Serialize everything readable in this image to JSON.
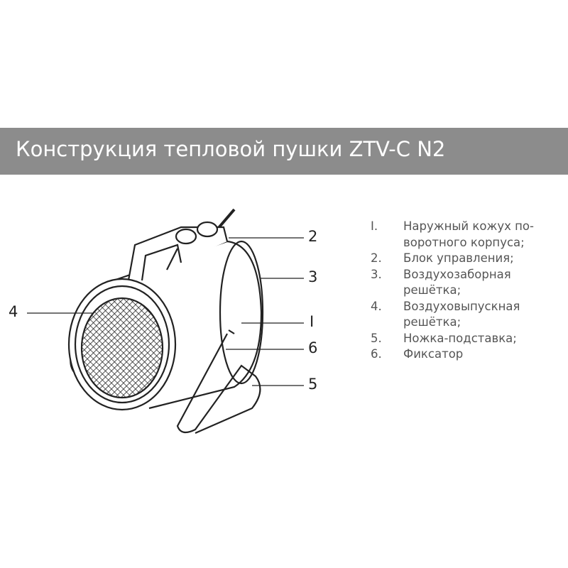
{
  "title": "Конструкция тепловой пушки ZTV-C N2",
  "callouts": {
    "c2": "2",
    "c3": "3",
    "c4": "4",
    "c1": "I",
    "c6": "6",
    "c5": "5"
  },
  "legend": [
    {
      "num": "I.",
      "lines": [
        "Наружный кожух по-",
        "воротного корпуса;"
      ]
    },
    {
      "num": "2.",
      "lines": [
        "Блок управления;"
      ]
    },
    {
      "num": "3.",
      "lines": [
        "Воздухозаборная",
        "решётка;"
      ]
    },
    {
      "num": "4.",
      "lines": [
        "Воздуховыпускная",
        "решётка;"
      ]
    },
    {
      "num": "5.",
      "lines": [
        "Ножка-подставка;"
      ]
    },
    {
      "num": "6.",
      "lines": [
        "Фиксатор"
      ]
    }
  ]
}
